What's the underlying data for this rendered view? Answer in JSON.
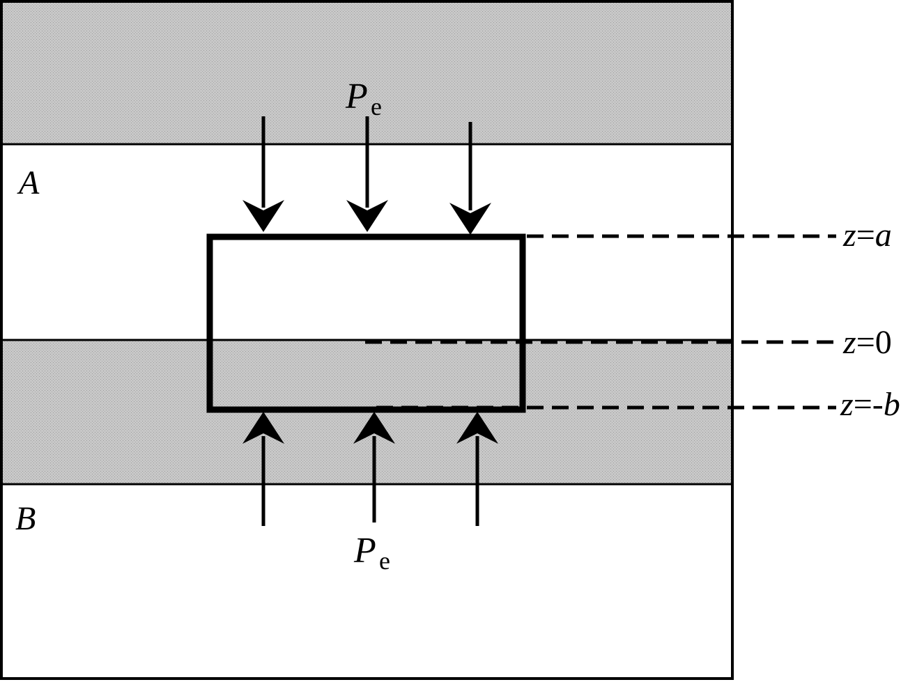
{
  "labels": {
    "region_a": "A",
    "region_b": "B",
    "pressure_symbol": "P",
    "pressure_subscript": "e",
    "z_top_prefix": "z",
    "z_top_eq": "=",
    "z_top_value": "a",
    "z_mid_prefix": "z",
    "z_mid_eq": "=",
    "z_mid_value": "0",
    "z_bot_prefix": "z",
    "z_bot_eq": "=",
    "z_bot_value": "-b"
  },
  "colors": {
    "shaded_layer": "#c4c4c4",
    "line": "#000000",
    "background": "#ffffff"
  }
}
